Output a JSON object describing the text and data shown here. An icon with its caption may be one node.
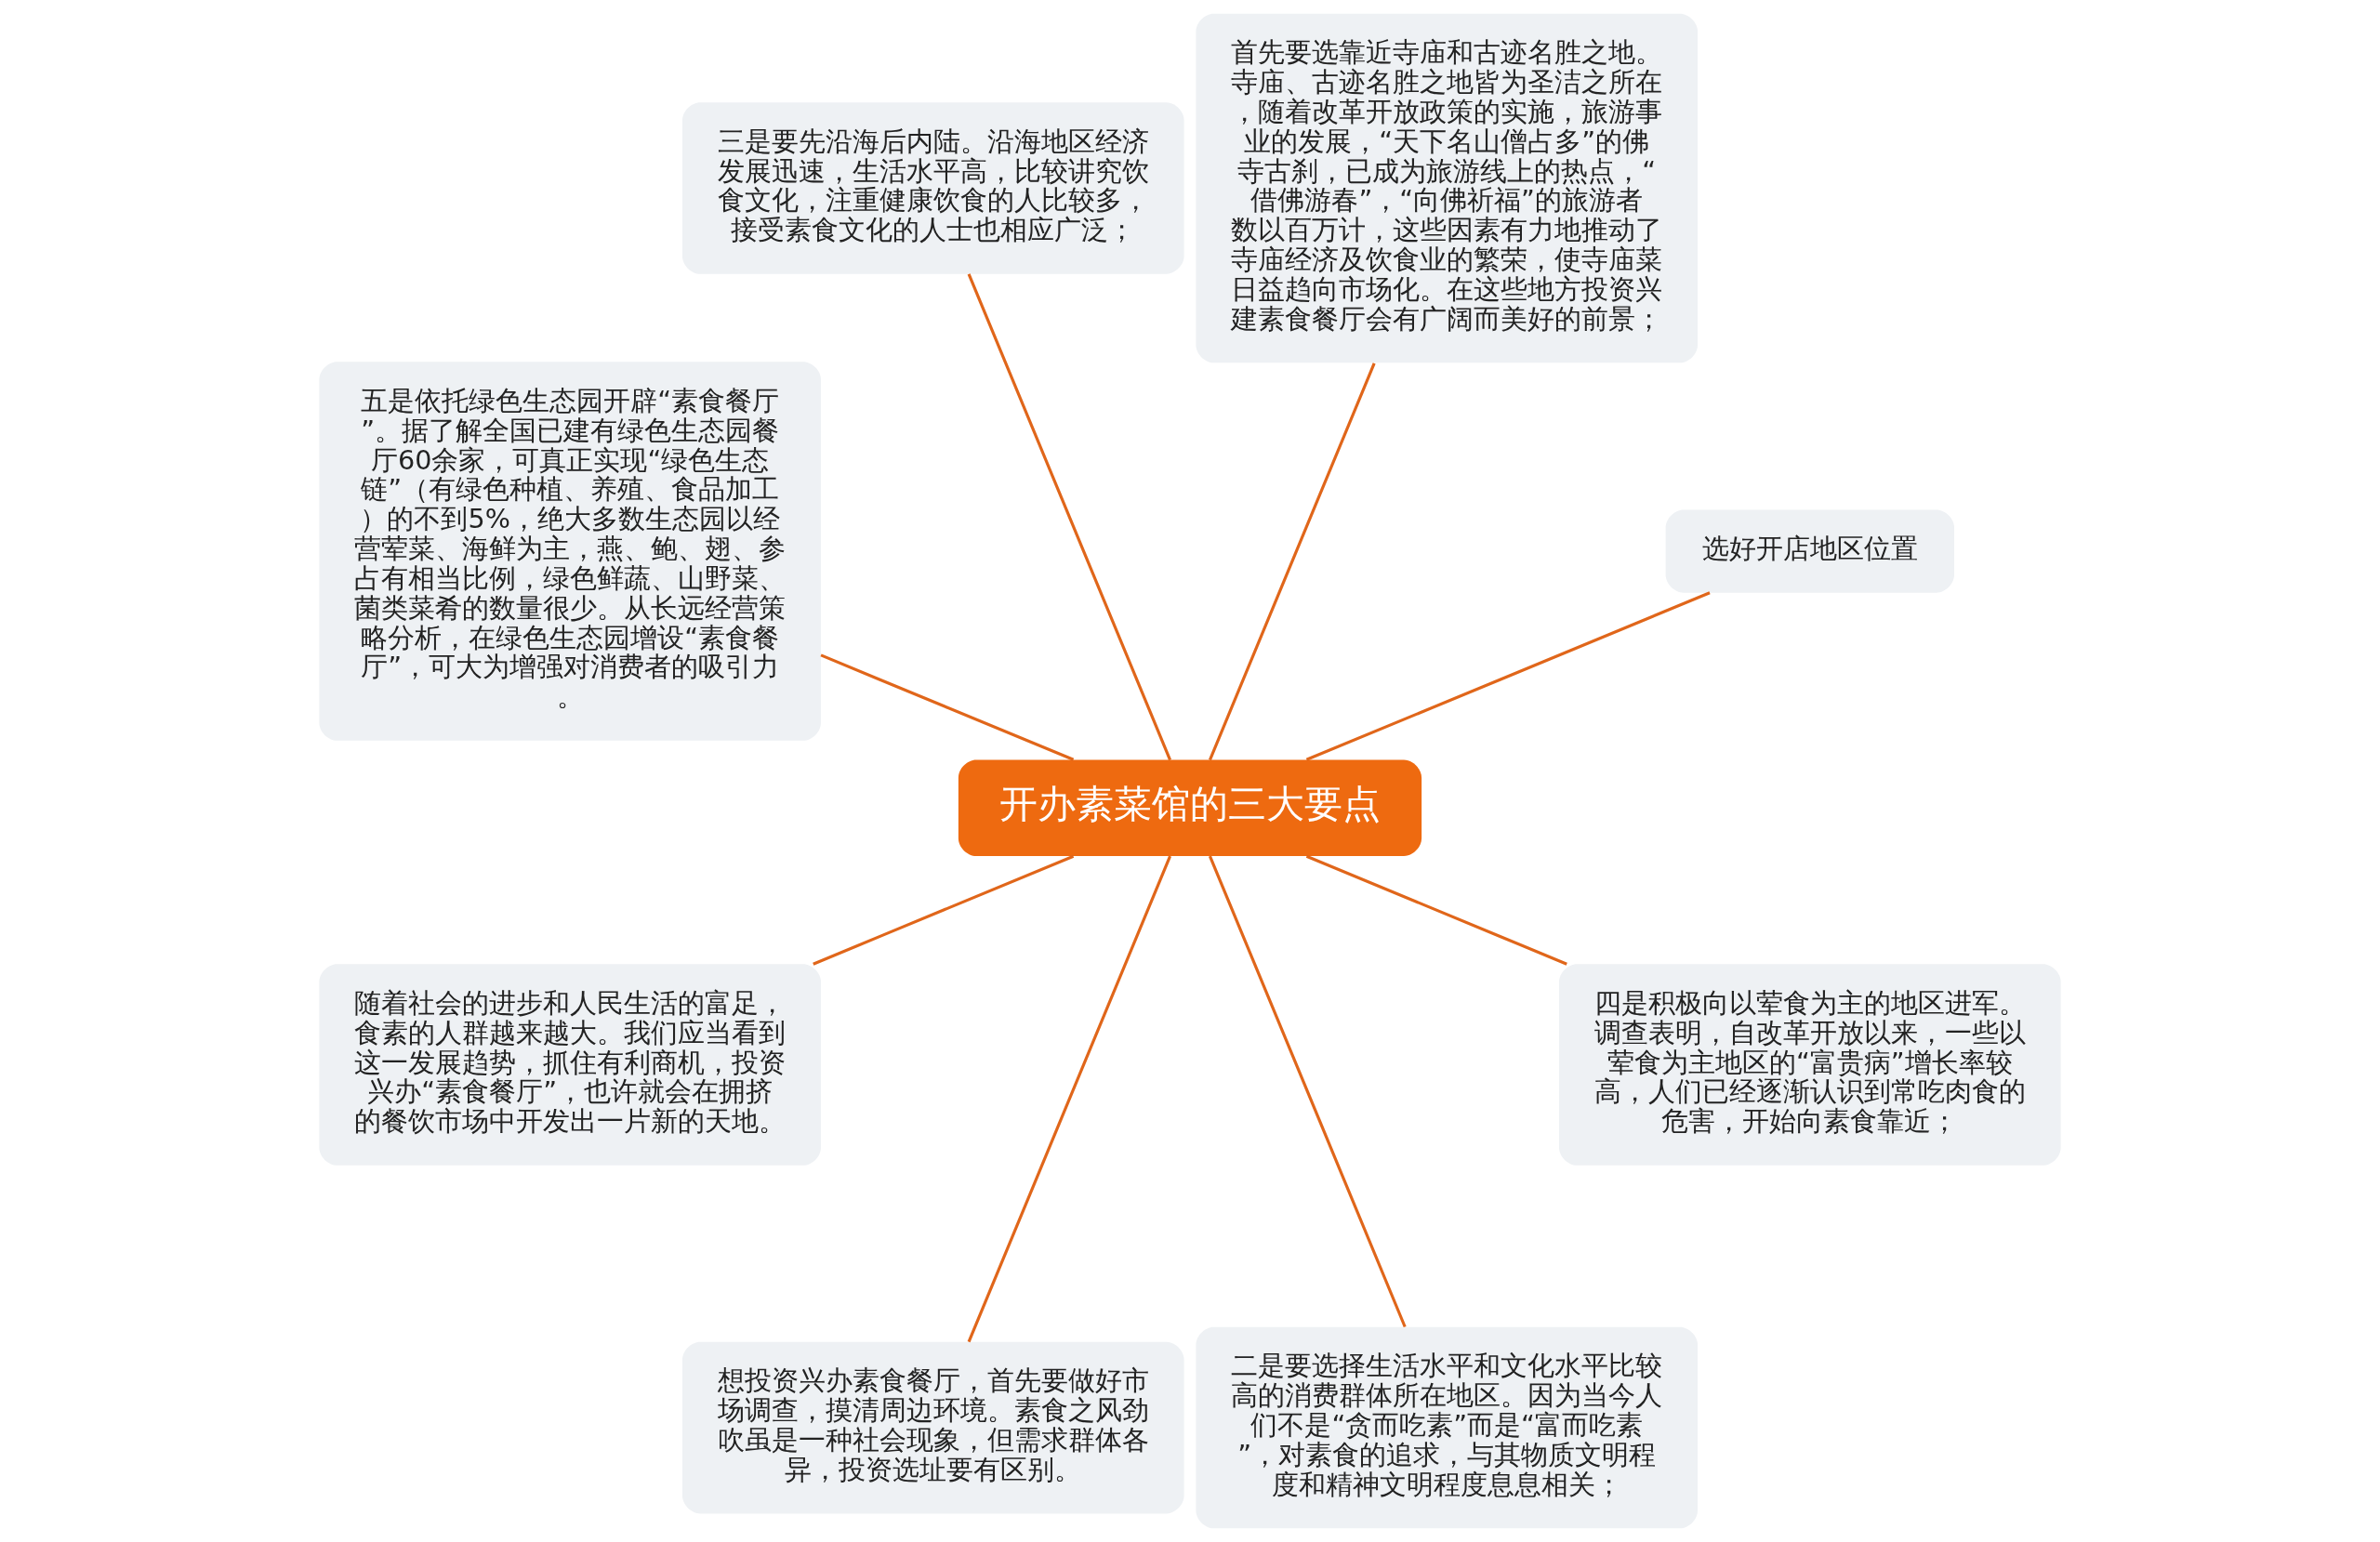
{
  "diagram": {
    "nodes": [
      {
        "text": [
          "开办素菜馆的三大要点"
        ]
      },
      {
        "text": [
          "选好开店地区位置"
        ]
      },
      {
        "text": [
          "首先要选靠近寺庙和古迹名胜之地。寺庙、古迹名胜之地皆为圣洁之所在，随着改革开放政策的实施，旅游事业的发展，“天下名山僧占多”的佛寺古刹，已成为旅游线上的热点，“借佛游春”，“向佛祈福”的旅游者数以百万计，这些因素有力地推动了寺庙经济及饮食业的繁荣，使寺庙菜日益趋向市场化。在这些地方投资兴建素食餐厅会有广阔而美好的前景；"
        ]
      },
      {
        "text": [
          "三是要先沿海后内陆。沿海地区经济发展迅速，生活水平高，比较讲究饮食文化，注重健康饮食的人比较多，接受素食文化的人士也相应广泛；"
        ]
      },
      {
        "text": [
          "五是依托绿色生态园开辟“素食餐厅”。据了解全国已建有绿色生态园餐厅60余家，可真正实现“绿色生态链”（有绿色种植、养殖、食品加工）的不到5%，绝大多数生态园以经营荤菜、海鲜为主，燕、鲍、翅、参占有相当比例，绿色鲜蔬、山野菜、菌类菜肴的数量很少。从长远经营策略分析，在绿色生态园增设“素食餐厅”，可大为增强对消费者的吸引力。"
        ]
      },
      {
        "text": [
          "随着社会的进步和人民生活的富足，食素的人群越来越大。我们应当看到这一发展趋势，抓住有利商机，投资兴办“素食餐厅”，也许就会在拥挤的餐饮市场中开发出一片新的天地。"
        ]
      },
      {
        "text": [
          "想投资兴办素食餐厅，首先要做好市场调查，摸清周边环境。素食之风劲吹虽是一种社会现象，但需求群体各异，投资选址要有区别。"
        ]
      },
      {
        "text": [
          "二是要选择生活水平和文化水平比较高的消费群体所在地区。因为当今人们不是“贪而吃素”而是“富而吃素”，对素食的追求，与其物质文明程度和精神文明程度息息相关；"
        ]
      },
      {
        "text": [
          "四是积极向以荤食为主的地区进军。调查表明，自改革开放以来，一些以荤食为主地区的“富贵病”增长率较高，人们已经逐渐认识到常吃肉食的危害，开始向素食靠近；"
        ]
      }
    ],
    "edges": [
      {
        "from": 0,
        "to": 1,
        "arrow": "none"
      },
      {
        "from": 0,
        "to": 2,
        "arrow": "none"
      },
      {
        "from": 0,
        "to": 3,
        "arrow": "none"
      },
      {
        "from": 0,
        "to": 4,
        "arrow": "none"
      },
      {
        "from": 0,
        "to": 5,
        "arrow": "none"
      },
      {
        "from": 0,
        "to": 6,
        "arrow": "none"
      },
      {
        "from": 0,
        "to": 7,
        "arrow": "none"
      },
      {
        "from": 0,
        "to": 8,
        "arrow": "none"
      }
    ]
  }
}
